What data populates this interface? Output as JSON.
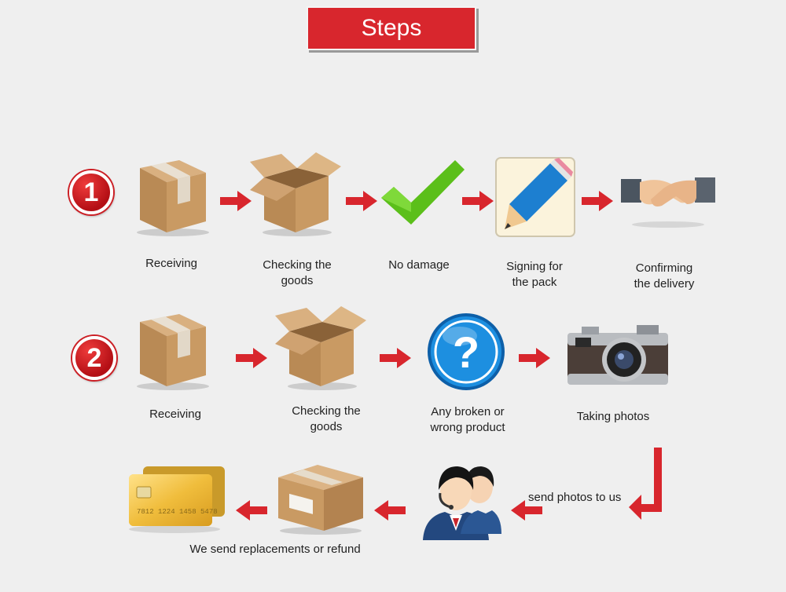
{
  "title": "Steps",
  "step1": {
    "number": "1",
    "labels": [
      "Receiving",
      "Checking the\ngoods",
      "No damage",
      "Signing for\nthe pack",
      "Confirming\nthe delivery"
    ]
  },
  "step2": {
    "number": "2",
    "labels": [
      "Receiving",
      "Checking the\ngoods",
      "Any broken or\nwrong product",
      "Taking photos"
    ]
  },
  "bottom": {
    "send_photos": "send photos to us",
    "result": "We send replacements or refund",
    "card_number": "7812 1224 1458 5478",
    "question_mark": "?"
  },
  "colors": {
    "accent_red": "#d8262d",
    "box_brown": "#c2935f",
    "check_green": "#5bbf1a",
    "question_blue": "#1d8fe0"
  }
}
